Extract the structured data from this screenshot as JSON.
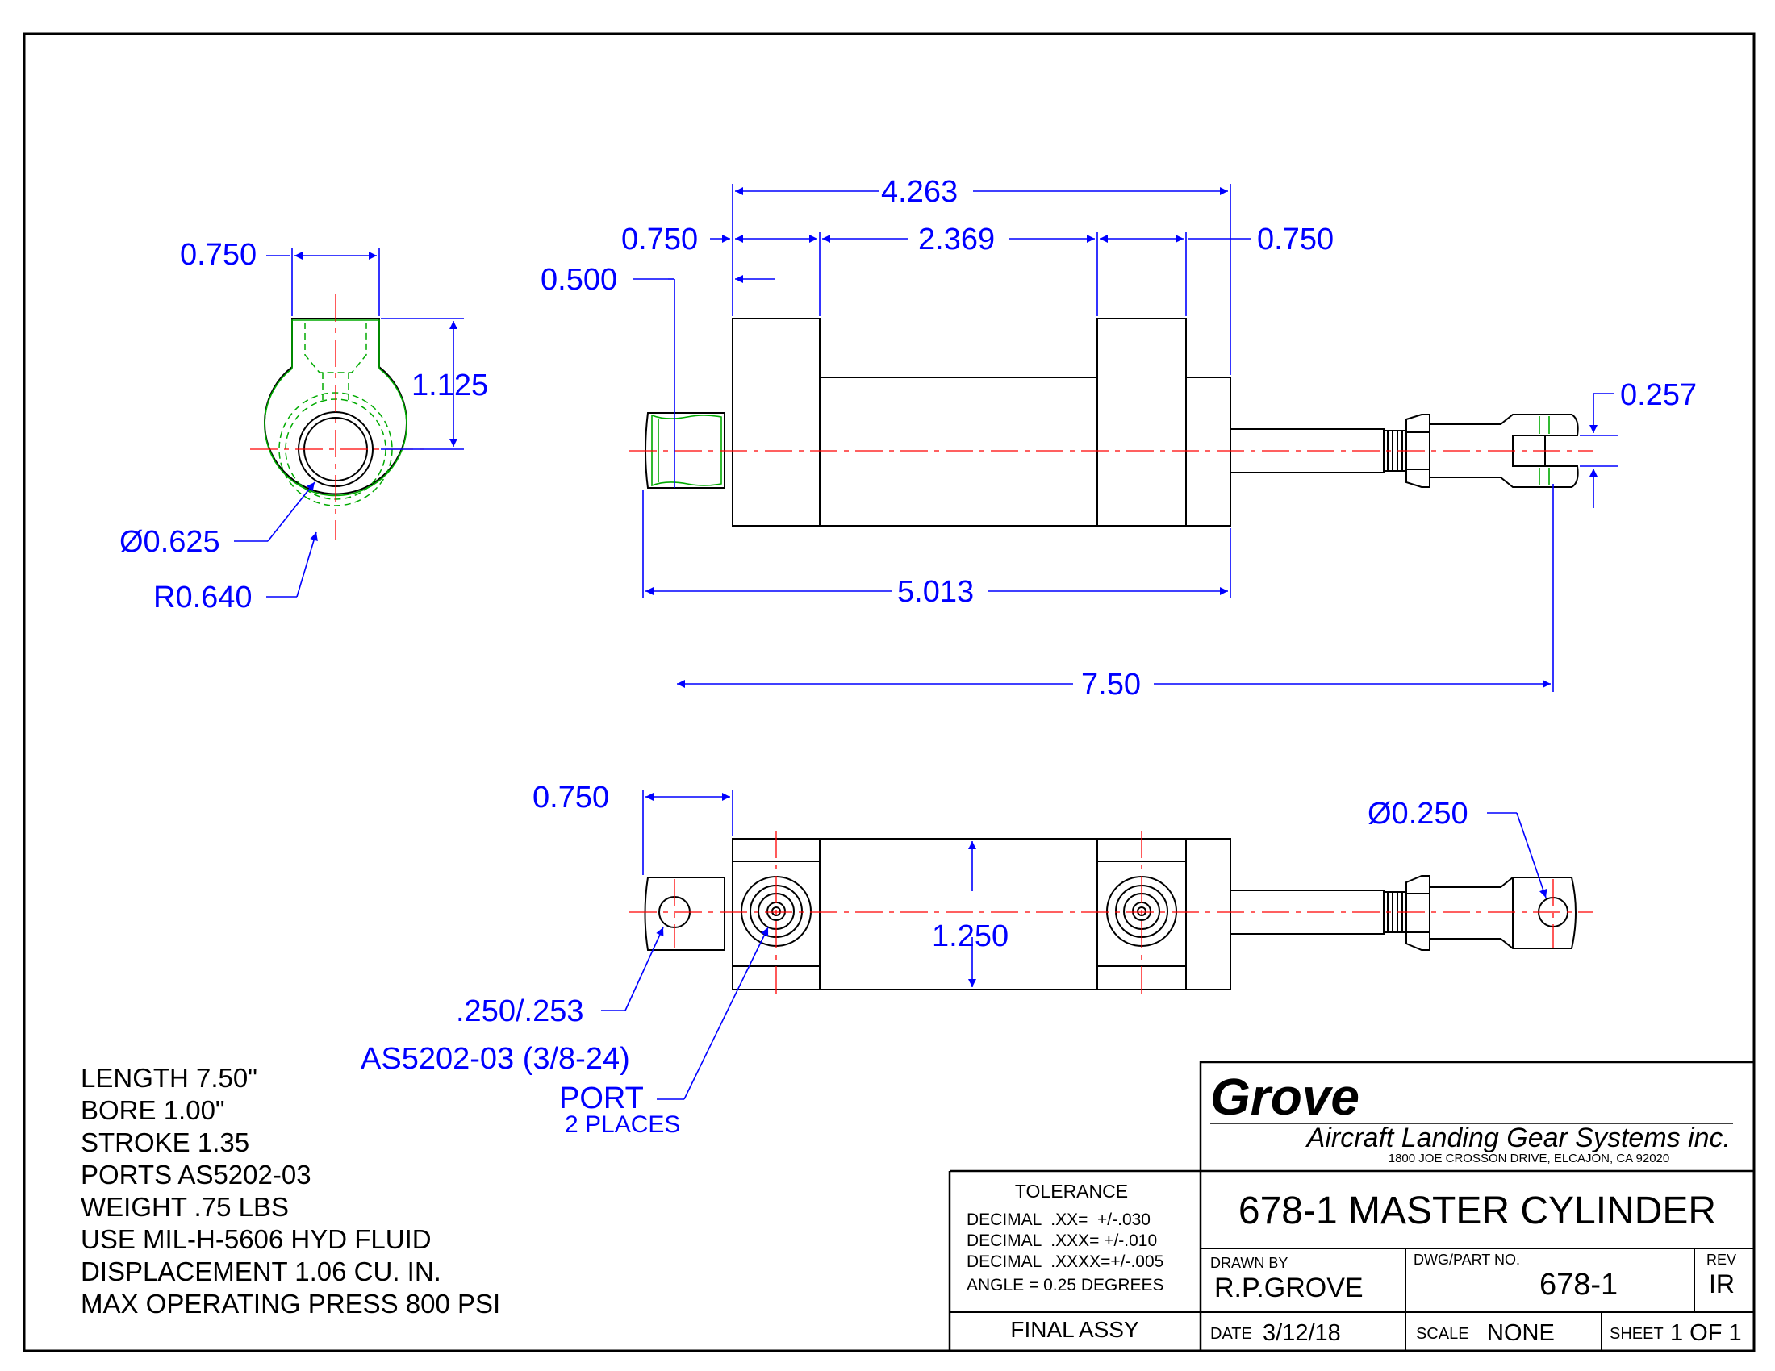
{
  "dimensions": {
    "end_view": {
      "width": "0.750",
      "height": "1.125",
      "bore_dia": "Ø0.625",
      "radius": "R0.640"
    },
    "side_view": {
      "overall_body": "4.263",
      "cap_left": "0.750",
      "barrel": "2.369",
      "cap_right": "0.750",
      "offset": "0.500",
      "clevis_slot": "0.257",
      "body_length": "5.013",
      "overall_length": "7.50"
    },
    "top_view": {
      "eye_length": "0.750",
      "pin_hole": "Ø0.250",
      "body_height": "1.250",
      "eye_hole": ".250/.253",
      "port_spec": "AS5202-03 (3/8-24)",
      "port_label": "PORT",
      "port_qty": "2 PLACES"
    }
  },
  "specs": [
    "LENGTH 7.50\"",
    "BORE 1.00\"",
    "STROKE 1.35",
    "PORTS AS5202-03",
    "WEIGHT .75 LBS",
    "USE MIL-H-5606 HYD FLUID",
    "DISPLACEMENT 1.06 CU. IN.",
    "MAX OPERATING PRESS 800 PSI"
  ],
  "title_block": {
    "company": "Grove",
    "company_sub": "Aircraft Landing Gear Systems inc.",
    "address": "1800 JOE CROSSON DRIVE, ELCAJON, CA 92020",
    "tolerance_heading": "TOLERANCE",
    "tolerances": [
      "DECIMAL  .XX=  +/-.030",
      "DECIMAL  .XXX= +/-.010",
      "DECIMAL  .XXXX=+/-.005",
      "ANGLE = 0.25 DEGREES"
    ],
    "title": "678-1 MASTER CYLINDER",
    "drawn_by_label": "DRAWN BY",
    "drawn_by": "R.P.GROVE",
    "dwg_no_label": "DWG/PART NO.",
    "dwg_no": "678-1",
    "rev_label": "REV",
    "rev": "IR",
    "assy": "FINAL ASSY",
    "date_label": "DATE",
    "date": "3/12/18",
    "scale_label": "SCALE",
    "scale": "NONE",
    "sheet_label": "SHEET",
    "sheet": "1 OF 1"
  }
}
